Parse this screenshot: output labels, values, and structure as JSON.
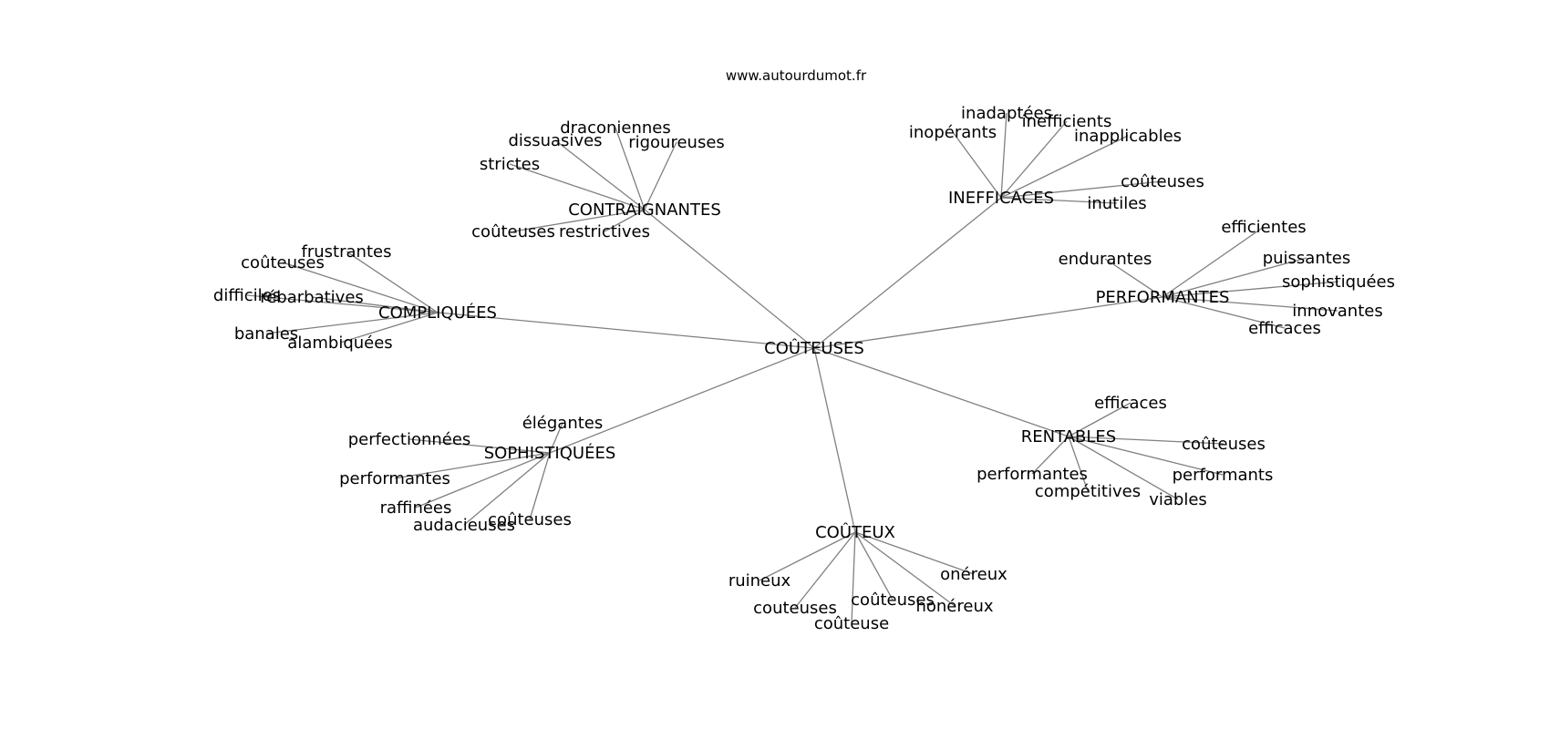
{
  "source": "www.autourdumot.fr",
  "graph": {
    "center": "COÛTEUSES",
    "clusters": [
      {
        "hub": "CONTRAIGNANTES",
        "leaves": [
          "draconiennes",
          "dissuasives",
          "rigoureuses",
          "strictes",
          "coûteuses",
          "restrictives"
        ]
      },
      {
        "hub": "INEFFICACES",
        "leaves": [
          "inadaptées",
          "inopérants",
          "inefficients",
          "inapplicables",
          "coûteuses",
          "inutiles"
        ]
      },
      {
        "hub": "COMPLIQUÉES",
        "leaves": [
          "frustrantes",
          "coûteuses",
          "difficiles",
          "rébarbatives",
          "banales",
          "alambiquées"
        ]
      },
      {
        "hub": "PERFORMANTES",
        "leaves": [
          "efficientes",
          "endurantes",
          "puissantes",
          "sophistiquées",
          "innovantes",
          "efficaces"
        ]
      },
      {
        "hub": "SOPHISTIQUÉES",
        "leaves": [
          "élégantes",
          "perfectionnées",
          "performantes",
          "raffinées",
          "audacieuses",
          "coûteuses"
        ]
      },
      {
        "hub": "RENTABLES",
        "leaves": [
          "efficaces",
          "coûteuses",
          "performantes",
          "performants",
          "compétitives",
          "viables"
        ]
      },
      {
        "hub": "COÛTEUX",
        "leaves": [
          "ruineux",
          "onéreux",
          "couteuses",
          "coûteuses",
          "honéreux",
          "coûteuse"
        ]
      }
    ]
  }
}
